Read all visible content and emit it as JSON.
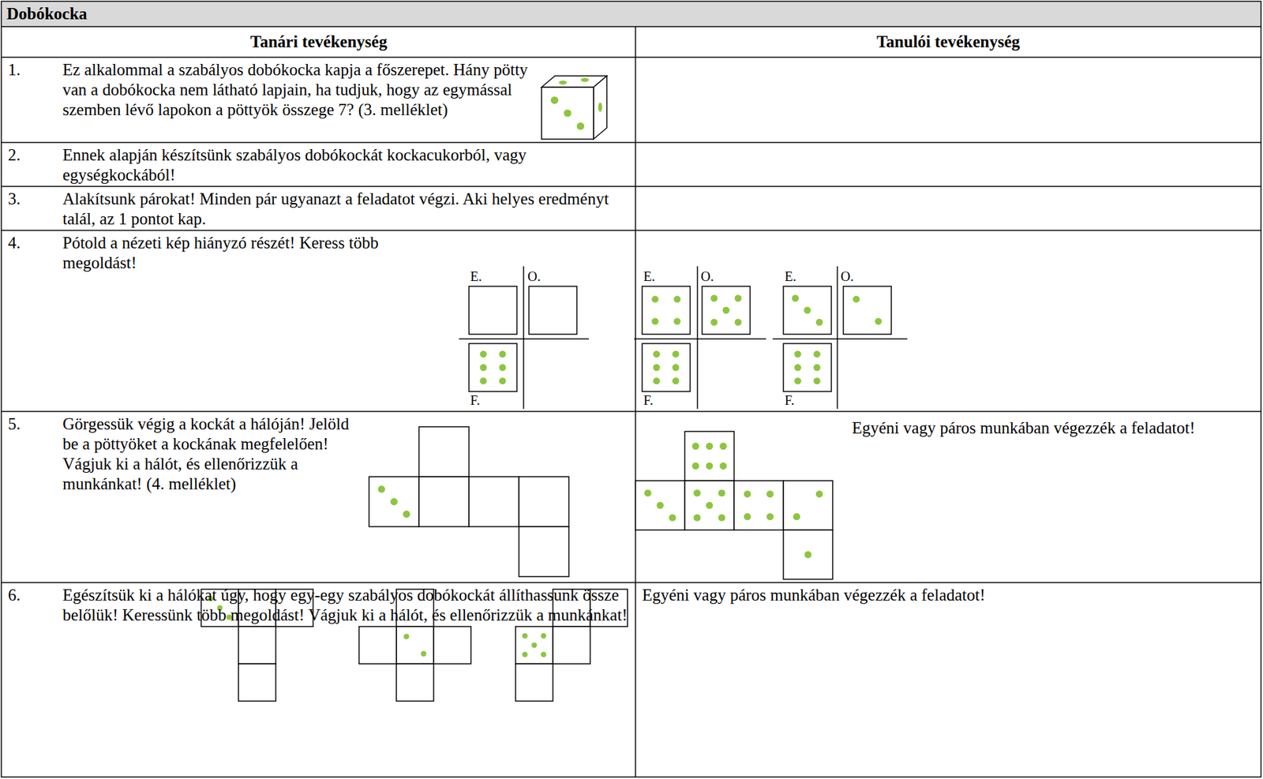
{
  "diagram": {
    "title": "Dobókocka",
    "nodes": [
      {
        "text": [
          "Tanári tevékenység"
        ]
      },
      {
        "text": [
          "Tanulói tevékenység"
        ]
      },
      {
        "text": [
          "1.",
          "Ez alkalommal a szabályos dobókocka kapja a főszerepet. Hány pötty van a dobókocka nem látható lapjain, ha tudjuk, hogy az egymással szemben lévő lapokon a pöttyök összege 7? (3. melléklet)"
        ]
      },
      {
        "text": [
          "2.",
          "Ennek alapján készítsünk szabályos dobókockát kockacukorból, vagy egységkockából!"
        ]
      },
      {
        "text": [
          "3.",
          "Alakítsunk párokat! Minden pár ugyanazt a feladatot végzi. Aki helyes eredményt talál, az 1 pontot kap."
        ]
      },
      {
        "text": [
          "4.",
          "Pótold a nézeti kép hiányzó részét! Keress több megoldást!"
        ]
      },
      {
        "text": [
          "5.",
          "Görgessük végig a kockát a hálóján! Jelöld be a pöttyöket a kockának megfelelően! Vágjuk ki a hálót, és ellenőrizzük a munkánkat! (4. melléklet)"
        ]
      },
      {
        "text": [
          "Egyéni vagy páros munkában végezzék a feladatot!"
        ]
      },
      {
        "text": [
          "6.",
          "Egészítsük ki a hálókat úgy, hogy egy-egy szabályos dobókockát állíthassunk össze belőlük! Keressünk több megoldást! Vágjuk ki a hálót, és ellenőrizzük a munkánkat!"
        ]
      },
      {
        "text": [
          "Egyéni vagy páros munkában végezzék a feladatot!"
        ]
      }
    ],
    "labels": [
      "E.",
      "O.",
      "F.",
      "E.",
      "O.",
      "F.",
      "E.",
      "O.",
      "F."
    ]
  }
}
